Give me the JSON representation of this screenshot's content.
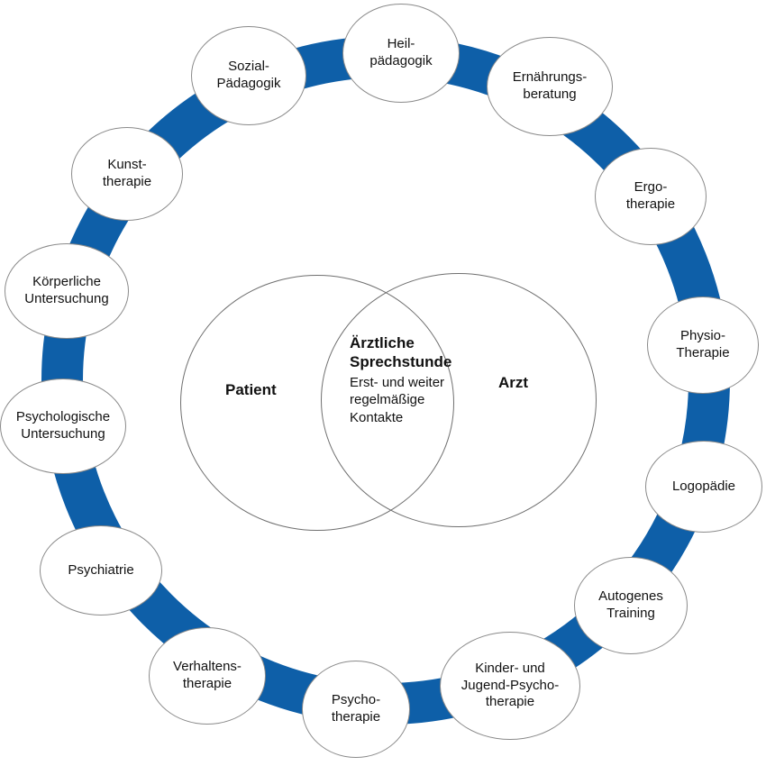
{
  "diagram": {
    "ring_color": "#0E5FA8",
    "center": {
      "left_label": "Patient",
      "right_label": "Arzt",
      "overlap_title": "Ärztliche\nSprechstunde",
      "overlap_subtitle": "Erst- und weiter\nregelmäßige\nKontakte"
    },
    "nodes": [
      {
        "id": "heilpaedagogik",
        "label": "Heil-\npädagogik"
      },
      {
        "id": "ernaehrungsberatung",
        "label": "Ernährungs-\nberatung"
      },
      {
        "id": "ergotherapie",
        "label": "Ergo-\ntherapie"
      },
      {
        "id": "physiotherapie",
        "label": "Physio-\nTherapie"
      },
      {
        "id": "logopaedie",
        "label": "Logopädie"
      },
      {
        "id": "autogenes-training",
        "label": "Autogenes\nTraining"
      },
      {
        "id": "kinder-jugend-psychotherapie",
        "label": "Kinder- und\nJugend-Psycho-\ntherapie"
      },
      {
        "id": "psychotherapie",
        "label": "Psycho-\ntherapie"
      },
      {
        "id": "verhaltenstherapie",
        "label": "Verhaltens-\ntherapie"
      },
      {
        "id": "psychiatrie",
        "label": "Psychiatrie"
      },
      {
        "id": "psychologische-untersuchung",
        "label": "Psychologische\nUntersuchung"
      },
      {
        "id": "koerperliche-untersuchung",
        "label": "Körperliche\nUntersuchung"
      },
      {
        "id": "kunsttherapie",
        "label": "Kunst-\ntherapie"
      },
      {
        "id": "sozialpaedagogik",
        "label": "Sozial-\nPädagogik"
      }
    ]
  }
}
